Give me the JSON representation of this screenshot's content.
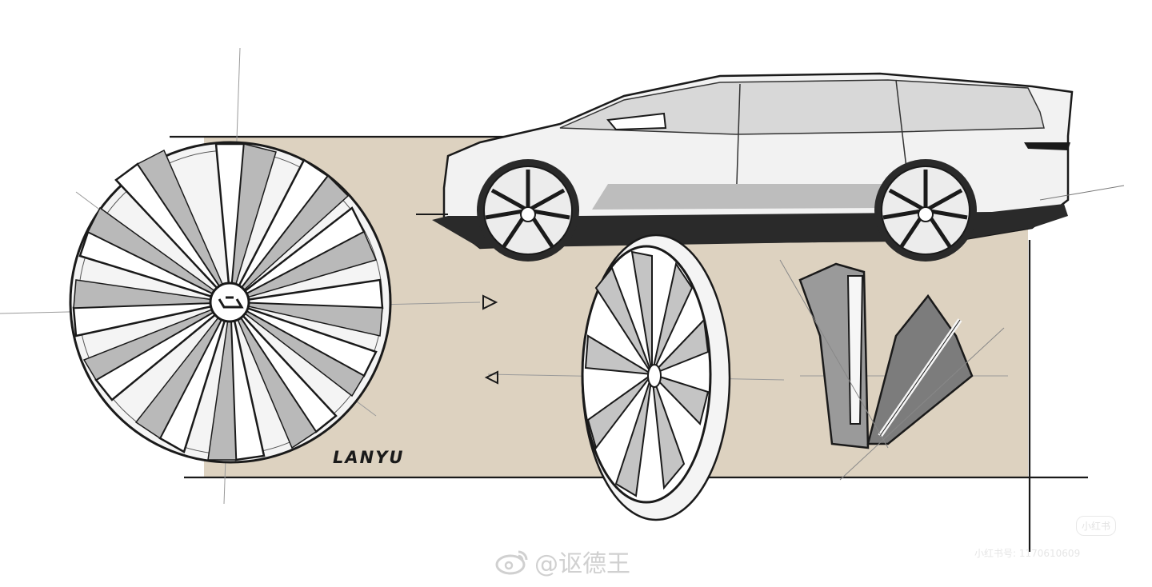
{
  "signature": "LANYU",
  "watermark": {
    "weibo_handle": "@讴德王",
    "xhs_badge": "小红书",
    "xhs_id": "小红书号: 1170610609"
  },
  "colors": {
    "panel": "#ddd2c0",
    "ink": "#1a1a1a",
    "shade": "#b9b9b9",
    "watermark": "#d0d0d0"
  },
  "icons": {
    "weibo": "weibo-logo-icon",
    "arrow_right": "triangle-right-arrow-icon",
    "arrow_left": "triangle-left-arrow-icon"
  }
}
